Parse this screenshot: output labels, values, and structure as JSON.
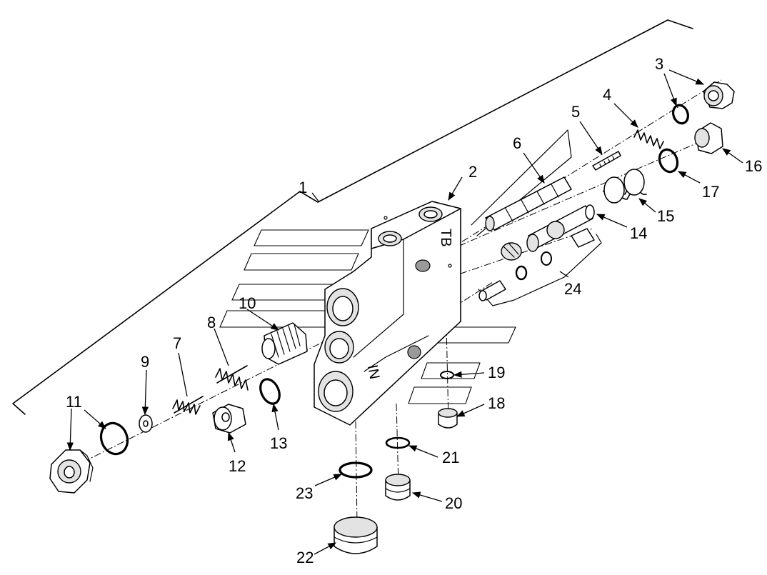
{
  "callouts": {
    "c1": "1",
    "c2": "2",
    "c3": "3",
    "c4": "4",
    "c5": "5",
    "c6": "6",
    "c7": "7",
    "c8": "8",
    "c9": "9",
    "c10": "10",
    "c11": "11",
    "c12": "12",
    "c13": "13",
    "c14": "14",
    "c15": "15",
    "c16": "16",
    "c17": "17",
    "c18": "18",
    "c19": "19",
    "c20": "20",
    "c21": "21",
    "c22": "22",
    "c23": "23",
    "c24": "24"
  },
  "body_marks": {
    "tb": "TB",
    "in": "IN"
  }
}
